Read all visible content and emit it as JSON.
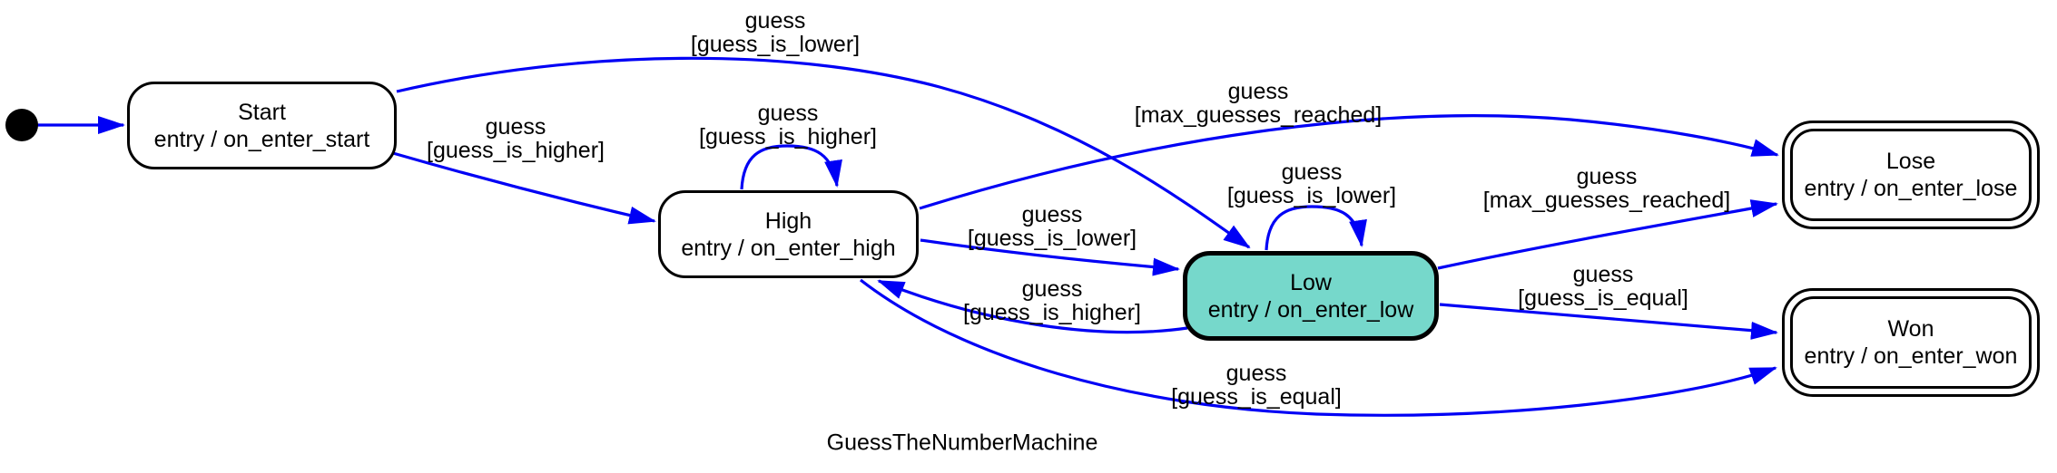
{
  "diagram": {
    "title": "GuessTheNumberMachine",
    "colors": {
      "edge": "#0000f5",
      "border": "#000000",
      "active_fill": "#76d8cb",
      "node_fill": "#ffffff",
      "text": "#000000"
    },
    "initial_state": {
      "shape": "filled-circle"
    },
    "states": [
      {
        "id": "start",
        "name": "Start",
        "entry": "entry / on_enter_start",
        "active": false,
        "final": false
      },
      {
        "id": "high",
        "name": "High",
        "entry": "entry / on_enter_high",
        "active": false,
        "final": false
      },
      {
        "id": "low",
        "name": "Low",
        "entry": "entry / on_enter_low",
        "active": true,
        "final": false
      },
      {
        "id": "lose",
        "name": "Lose",
        "entry": "entry / on_enter_lose",
        "active": false,
        "final": true
      },
      {
        "id": "won",
        "name": "Won",
        "entry": "entry / on_enter_won",
        "active": false,
        "final": true
      }
    ],
    "transitions": [
      {
        "from": "initial",
        "to": "start",
        "event": "",
        "condition": ""
      },
      {
        "from": "start",
        "to": "high",
        "event": "guess",
        "condition": "[guess_is_higher]"
      },
      {
        "from": "start",
        "to": "low",
        "event": "guess",
        "condition": "[guess_is_lower]"
      },
      {
        "from": "high",
        "to": "high",
        "event": "guess",
        "condition": "[guess_is_higher]"
      },
      {
        "from": "high",
        "to": "low",
        "event": "guess",
        "condition": "[guess_is_lower]"
      },
      {
        "from": "high",
        "to": "lose",
        "event": "guess",
        "condition": "[max_guesses_reached]"
      },
      {
        "from": "high",
        "to": "won",
        "event": "guess",
        "condition": "[guess_is_equal]"
      },
      {
        "from": "low",
        "to": "low",
        "event": "guess",
        "condition": "[guess_is_lower]"
      },
      {
        "from": "low",
        "to": "high",
        "event": "guess",
        "condition": "[guess_is_higher]"
      },
      {
        "from": "low",
        "to": "lose",
        "event": "guess",
        "condition": "[max_guesses_reached]"
      },
      {
        "from": "low",
        "to": "won",
        "event": "guess",
        "condition": "[guess_is_equal]"
      }
    ]
  }
}
